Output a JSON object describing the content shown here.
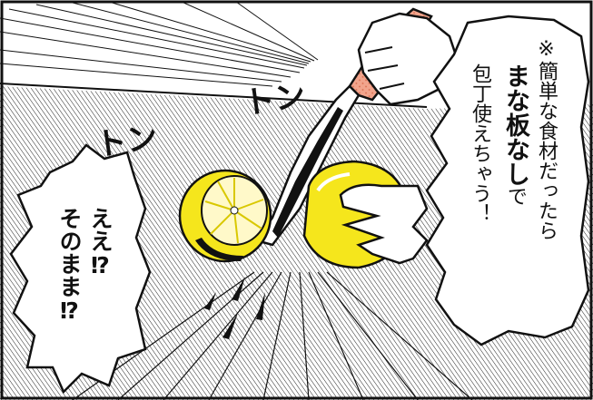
{
  "narration": {
    "col1": "※簡単な食材だったら",
    "col2_plain": "まな板なし",
    "col2_suffix": "で",
    "col3": "包丁使えちゃう！"
  },
  "speech": {
    "col1": "ええ⁉",
    "col2": "そのまま⁉"
  },
  "sfx": {
    "left": "トン",
    "right": "トン"
  },
  "colors": {
    "ink": "#111111",
    "lemon": "#f5e61c",
    "lemon_dark": "#d9c800",
    "salmon": "#f2a48c",
    "background": "#ffffff"
  }
}
